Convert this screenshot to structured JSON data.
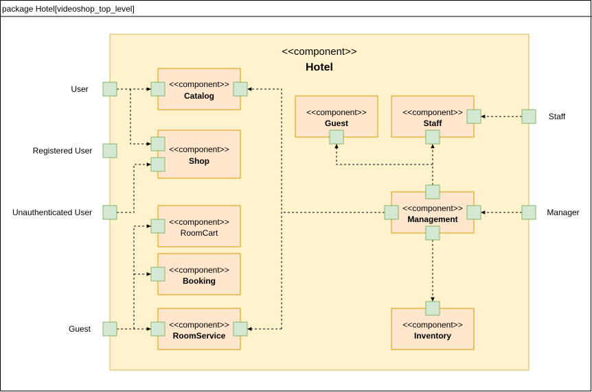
{
  "package": {
    "title": "package Hotel[videoshop_top_level]"
  },
  "outer_component": {
    "stereotype": "<<component>>",
    "name": "Hotel"
  },
  "components": {
    "catalog": {
      "stereotype": "<<component>>",
      "name": "Catalog"
    },
    "shop": {
      "stereotype": "<<component>>",
      "name": "Shop"
    },
    "roomcart": {
      "stereotype": "<<component>>",
      "name": "RoomCart"
    },
    "booking": {
      "stereotype": "<<component>>",
      "name": "Booking"
    },
    "roomservice": {
      "stereotype": "<<component>>",
      "name": "RoomService"
    },
    "guest": {
      "stereotype": "<<component>>",
      "name": "Guest"
    },
    "staff": {
      "stereotype": "<<component>>",
      "name": "Staff"
    },
    "management": {
      "stereotype": "<<component>>",
      "name": "Management"
    },
    "inventory": {
      "stereotype": "<<component>>",
      "name": "Inventory"
    }
  },
  "external_ports": {
    "user": "User",
    "registered_user": "Registered User",
    "unauthenticated_user": "Unauthenticated User",
    "guest": "Guest",
    "staff": "Staff",
    "manager": "Manager"
  },
  "colors": {
    "frame_border": "#000000",
    "outer_fill": "#fff2cc",
    "outer_border": "#d6b656",
    "component_fill": "#ffe6cc",
    "component_border": "#d79b00",
    "port_fill": "#d5e8d4",
    "port_border": "#82b366",
    "connector": "#000000"
  }
}
